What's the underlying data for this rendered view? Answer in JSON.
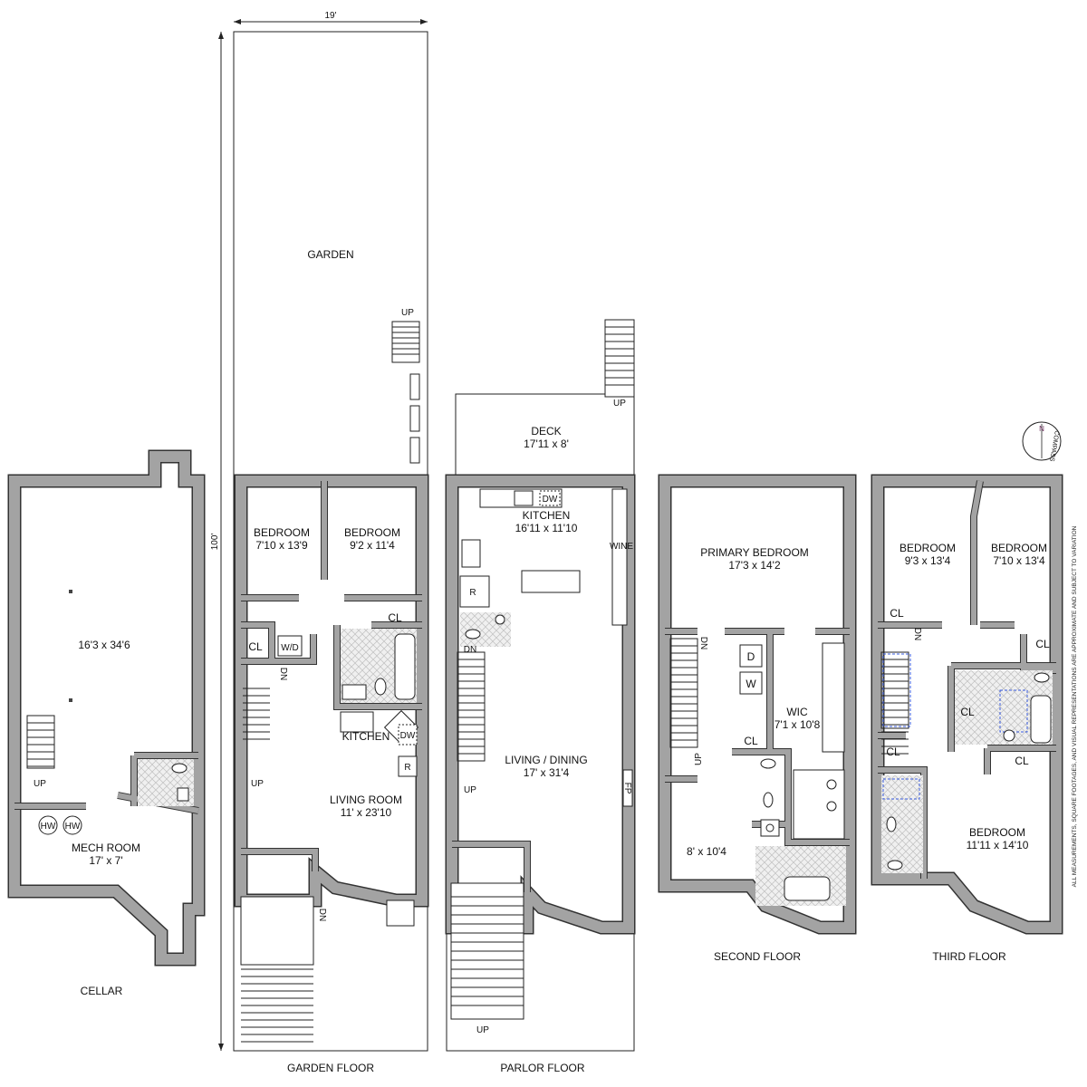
{
  "dimensions": {
    "width": "19'",
    "depth": "100'"
  },
  "floors": {
    "cellar": {
      "title": "CELLAR",
      "main": "16'3 x 34'6",
      "mech": "MECH ROOM",
      "mech_dim": "17' x 7'",
      "hw1": "HW",
      "hw2": "HW",
      "up": "UP"
    },
    "garden": {
      "title": "GARDEN FLOOR",
      "garden": "GARDEN",
      "up_garden": "UP",
      "bedroom1": "BEDROOM",
      "bedroom1_dim": "7'10 x 13'9",
      "bedroom2": "BEDROOM",
      "bedroom2_dim": "9'2 x 11'4",
      "cl1": "CL",
      "cl2": "CL",
      "wd": "W/D",
      "kitchen": "KITCHEN",
      "dw": "DW",
      "r": "R",
      "living": "LIVING ROOM",
      "living_dim": "11' x 23'10",
      "dn": "DN",
      "up": "UP",
      "dn2": "DN"
    },
    "parlor": {
      "title": "PARLOR FLOOR",
      "deck": "DECK",
      "deck_dim": "17'11 x 8'",
      "deck_up": "UP",
      "kitchen": "KITCHEN",
      "kitchen_dim": "16'11 x 11'10",
      "dw": "DW",
      "wine": "WINE",
      "r": "R",
      "living": "LIVING / DINING",
      "living_dim": "17' x 31'4",
      "fp": "FP",
      "dn": "DN",
      "up": "UP",
      "up_stoop": "UP"
    },
    "second": {
      "title": "SECOND FLOOR",
      "primary": "PRIMARY BEDROOM",
      "primary_dim": "17'3 x 14'2",
      "d": "D",
      "w": "W",
      "cl": "CL",
      "wic": "WIC",
      "wic_dim": "7'1 x 10'8",
      "room_dim": "8' x 10'4",
      "dn": "DN",
      "up": "UP"
    },
    "third": {
      "title": "THIRD FLOOR",
      "bedroom1": "BEDROOM",
      "bedroom1_dim": "9'3 x 13'4",
      "bedroom2": "BEDROOM",
      "bedroom2_dim": "7'10 x 13'4",
      "bedroom3": "BEDROOM",
      "bedroom3_dim": "11'11 x 14'10",
      "cl1": "CL",
      "cl2": "CL",
      "cl3": "CL",
      "cl4": "CL",
      "cl5": "CL",
      "dn": "DN"
    }
  },
  "compass": {
    "n": "N",
    "label": "COMPASS"
  },
  "disclaimer": "ALL MEASUREMENTS, SQUARE FOOTAGES, AND VISUAL REPRESENTATIONS ARE APPROXIMATE AND SUBJECT TO VARIATION"
}
